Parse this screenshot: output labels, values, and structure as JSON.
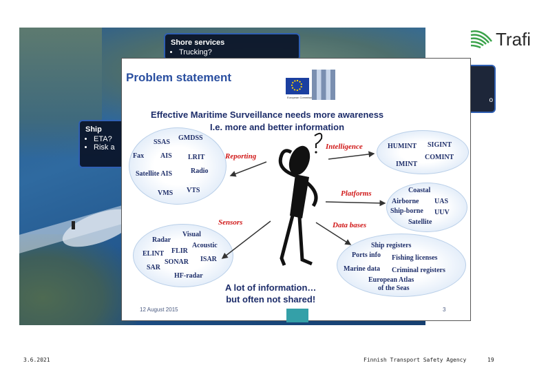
{
  "background": {
    "shore": {
      "title": "Shore services",
      "items": [
        "Trucking?"
      ]
    },
    "ship": {
      "title": "Ship",
      "items": [
        "ETA?",
        "Risk a"
      ]
    },
    "side_fragment": "o"
  },
  "logo": {
    "text": "Trafi"
  },
  "slide": {
    "title": "Problem statement",
    "eu_caption": "European Commission",
    "heading_line1": "Effective Maritime Surveillance needs more awareness",
    "heading_line2": "I.e. more and better information",
    "reporting": {
      "label": "Reporting",
      "terms": [
        "SSAS",
        "GMDSS",
        "Fax",
        "AIS",
        "LRIT",
        "Satellite AIS",
        "Radio",
        "VMS",
        "VTS"
      ]
    },
    "intelligence": {
      "label": "Intelligence",
      "terms": [
        "HUMINT",
        "SIGINT",
        "COMINT",
        "IMINT"
      ]
    },
    "platforms": {
      "label": "Platforms",
      "terms": [
        "Coastal",
        "Airborne",
        "UAS",
        "Ship-borne",
        "UUV",
        "Satellite"
      ]
    },
    "sensors": {
      "label": "Sensors",
      "terms": [
        "Visual",
        "Radar",
        "Acoustic",
        "ELINT",
        "FLIR",
        "SONAR",
        "ISAR",
        "SAR",
        "HF-radar"
      ]
    },
    "databases": {
      "label": "Data bases",
      "terms": [
        "Ship registers",
        "Ports info",
        "Fishing licenses",
        "Marine data",
        "Criminal registers",
        "European Atlas",
        "of the Seas"
      ]
    },
    "conclusion_line1": "A lot of information…",
    "conclusion_line2": "but often not shared!",
    "footer_date": "12 August 2015",
    "footer_page": "3"
  },
  "footer": {
    "date": "3.6.2021",
    "agency": "Finnish Transport Safety Agency",
    "page": "19"
  }
}
